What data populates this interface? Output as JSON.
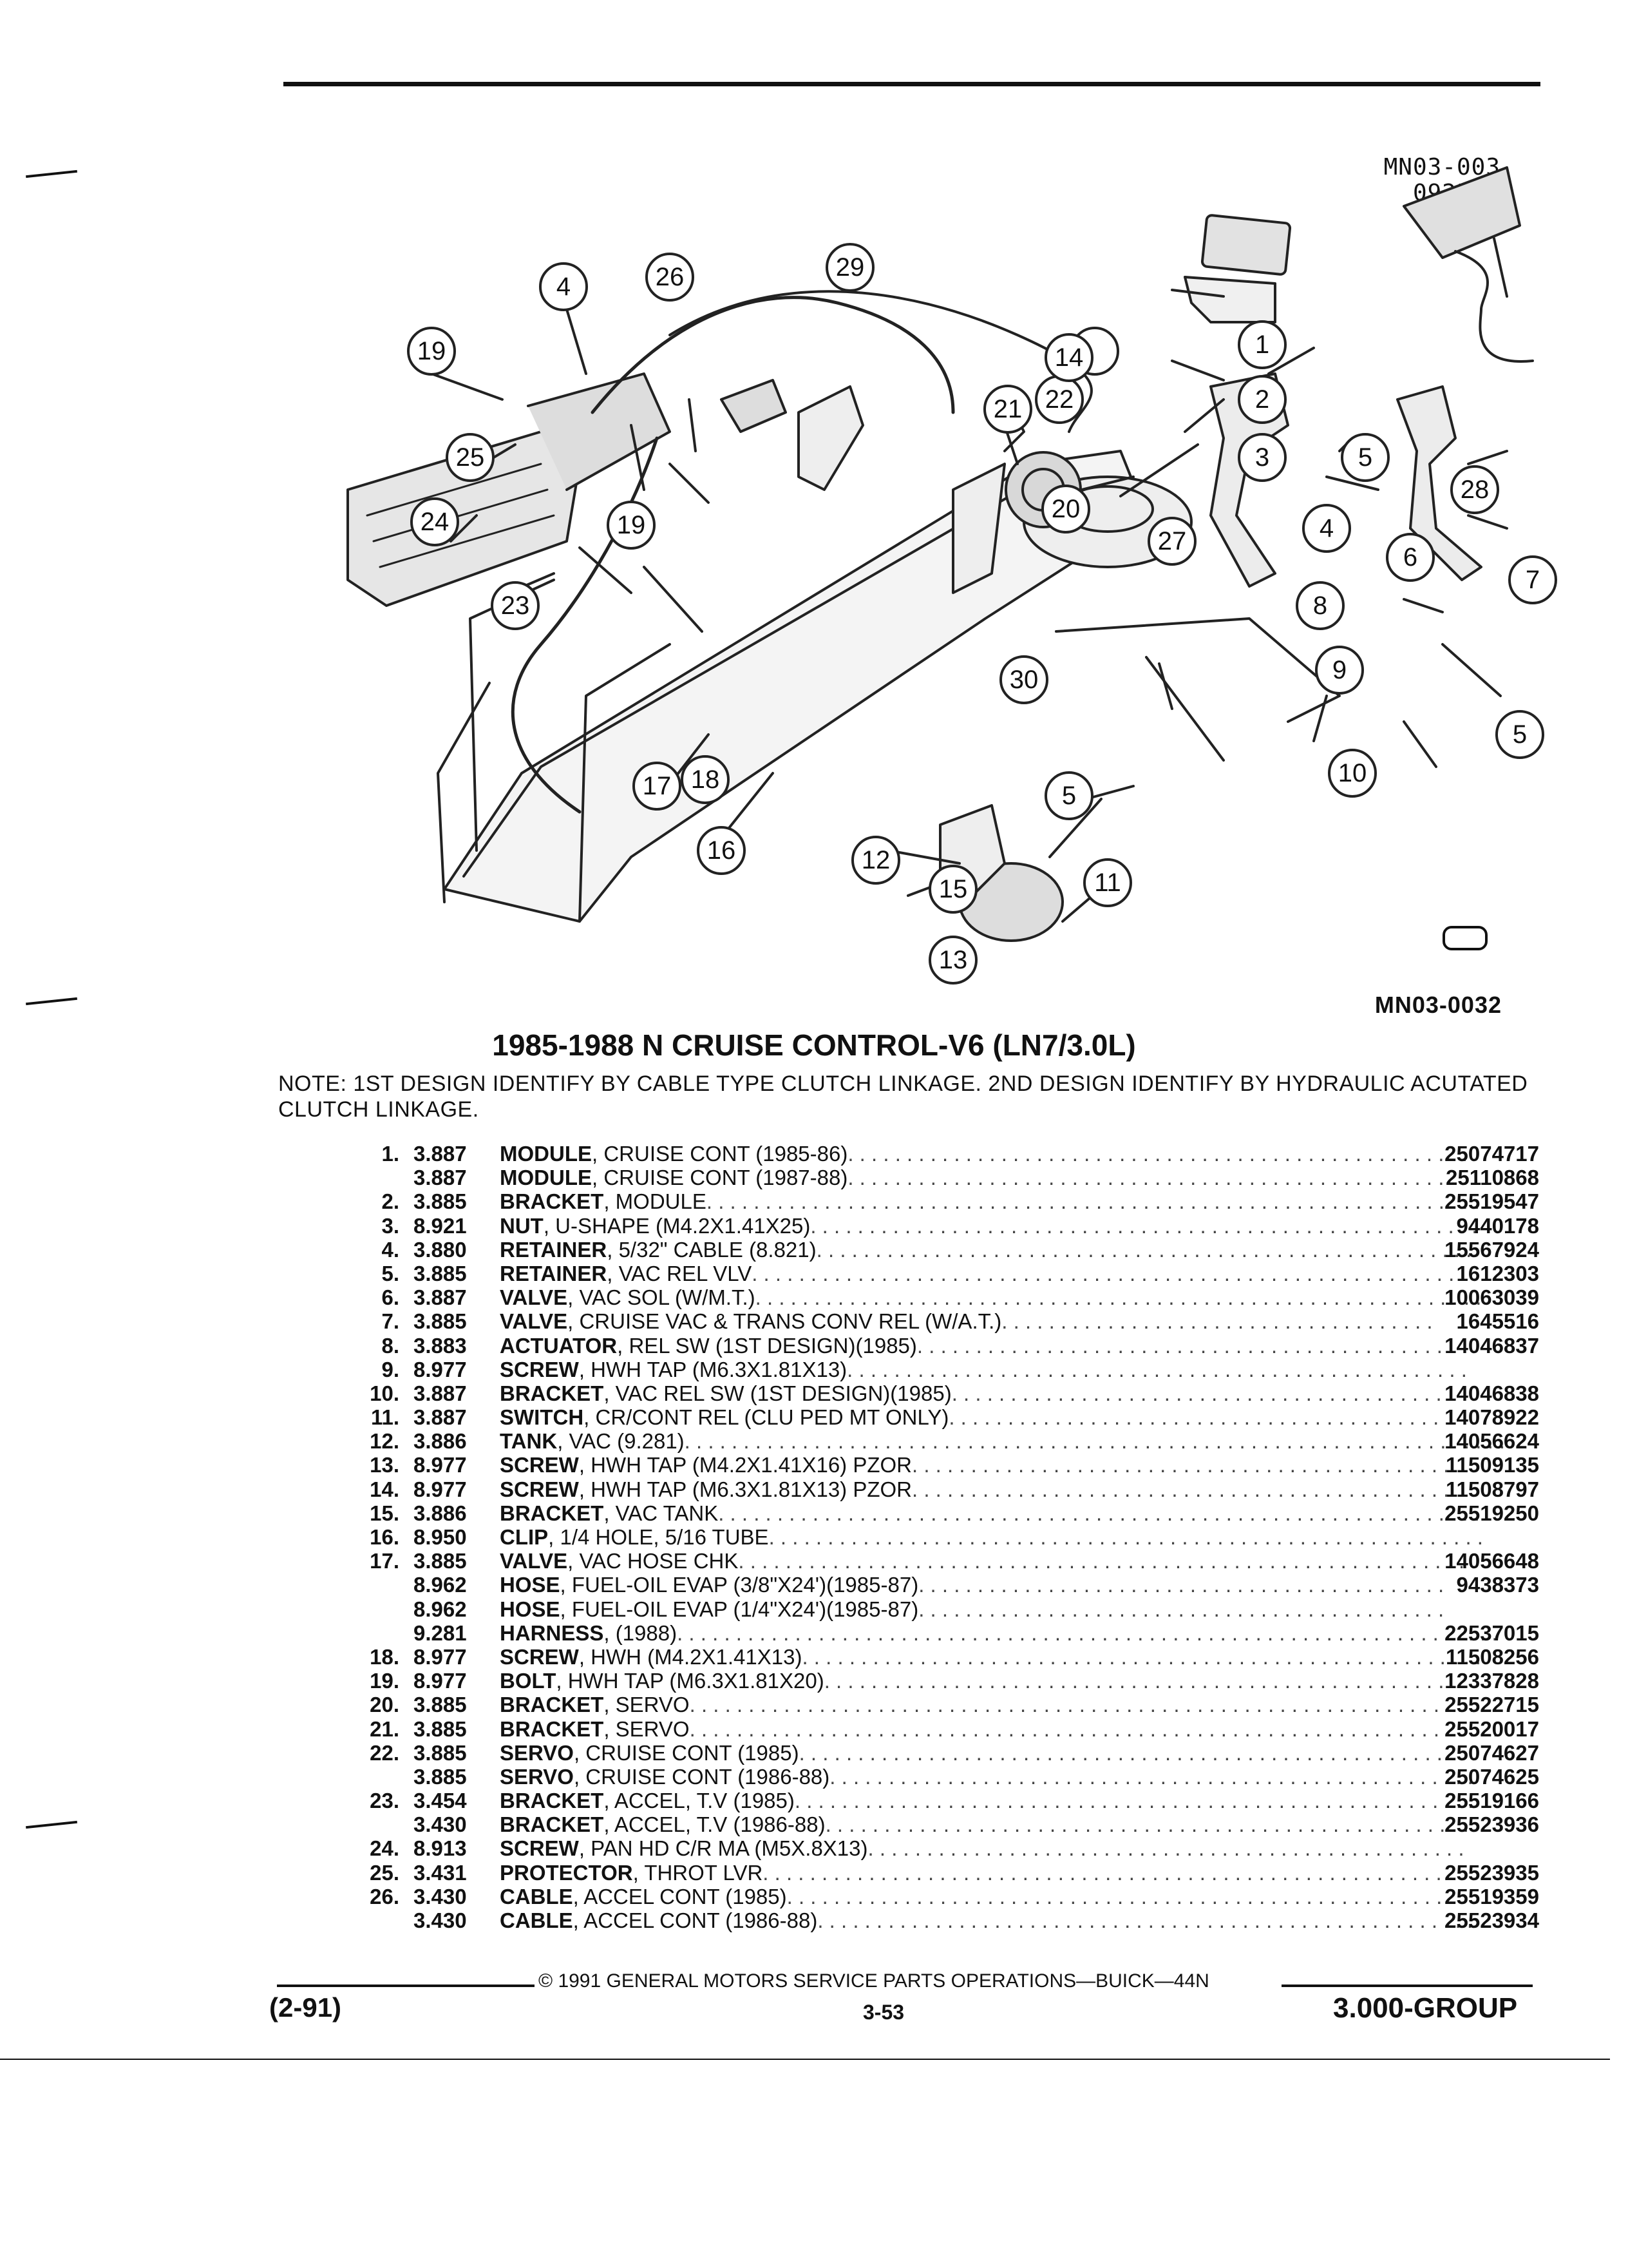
{
  "figure": {
    "code_top_line1": "MN03-003",
    "code_top_line2": "092586",
    "code_bottom": "MN03-0032",
    "callouts": [
      "1",
      "2",
      "3",
      "4",
      "4",
      "5",
      "5",
      "5",
      "6",
      "7",
      "8",
      "9",
      "10",
      "11",
      "12",
      "13",
      "14",
      "15",
      "16",
      "17",
      "18",
      "19",
      "19",
      "20",
      "21",
      "22",
      "23",
      "24",
      "25",
      "26",
      "27",
      "28",
      "29",
      "30"
    ]
  },
  "title": "1985-1988 N CRUISE CONTROL-V6 (LN7/3.0L)",
  "note": "NOTE: 1ST DESIGN IDENTIFY BY CABLE TYPE CLUTCH LINKAGE. 2ND DESIGN IDENTIFY BY HYDRAULIC ACUTATED CLUTCH LINKAGE.",
  "parts": [
    {
      "no": "1.",
      "grp": "3.887",
      "name": "MODULE",
      "desc": ", CRUISE CONT (1985-86)",
      "pn": "25074717"
    },
    {
      "no": "",
      "grp": "3.887",
      "name": "MODULE",
      "desc": ", CRUISE CONT (1987-88)",
      "pn": "25110868"
    },
    {
      "no": "2.",
      "grp": "3.885",
      "name": "BRACKET",
      "desc": ", MODULE",
      "pn": "25519547"
    },
    {
      "no": "3.",
      "grp": "8.921",
      "name": "NUT",
      "desc": ", U-SHAPE (M4.2X1.41X25)",
      "pn": "9440178"
    },
    {
      "no": "4.",
      "grp": "3.880",
      "name": "RETAINER",
      "desc": ", 5/32\" CABLE (8.821)",
      "pn": "15567924"
    },
    {
      "no": "5.",
      "grp": "3.885",
      "name": "RETAINER",
      "desc": ", VAC REL VLV",
      "pn": "1612303"
    },
    {
      "no": "6.",
      "grp": "3.887",
      "name": "VALVE",
      "desc": ", VAC SOL (W/M.T.)",
      "pn": "10063039"
    },
    {
      "no": "7.",
      "grp": "3.885",
      "name": "VALVE",
      "desc": ", CRUISE VAC & TRANS CONV REL (W/A.T.)",
      "pn": "1645516"
    },
    {
      "no": "8.",
      "grp": "3.883",
      "name": "ACTUATOR",
      "desc": ", REL SW (1ST DESIGN)(1985)",
      "pn": "14046837"
    },
    {
      "no": "9.",
      "grp": "8.977",
      "name": "SCREW",
      "desc": ", HWH TAP (M6.3X1.81X13)",
      "pn": ""
    },
    {
      "no": "10.",
      "grp": "3.887",
      "name": "BRACKET",
      "desc": ", VAC REL SW (1ST DESIGN)(1985)",
      "pn": "14046838"
    },
    {
      "no": "11.",
      "grp": "3.887",
      "name": "SWITCH",
      "desc": ", CR/CONT REL (CLU PED MT ONLY)",
      "pn": "14078922"
    },
    {
      "no": "12.",
      "grp": "3.886",
      "name": "TANK",
      "desc": ", VAC (9.281)",
      "pn": "14056624"
    },
    {
      "no": "13.",
      "grp": "8.977",
      "name": "SCREW",
      "desc": ", HWH TAP (M4.2X1.41X16) PZOR",
      "pn": "11509135"
    },
    {
      "no": "14.",
      "grp": "8.977",
      "name": "SCREW",
      "desc": ", HWH TAP (M6.3X1.81X13) PZOR",
      "pn": "11508797"
    },
    {
      "no": "15.",
      "grp": "3.886",
      "name": "BRACKET",
      "desc": ", VAC TANK",
      "pn": "25519250"
    },
    {
      "no": "16.",
      "grp": "8.950",
      "name": "CLIP",
      "desc": ", 1/4 HOLE, 5/16 TUBE",
      "pn": ""
    },
    {
      "no": "17.",
      "grp": "3.885",
      "name": "VALVE",
      "desc": ", VAC HOSE CHK",
      "pn": "14056648"
    },
    {
      "no": "",
      "grp": "8.962",
      "name": "HOSE",
      "desc": ", FUEL-OIL EVAP (3/8\"X24')(1985-87)",
      "pn": "9438373"
    },
    {
      "no": "",
      "grp": "8.962",
      "name": "HOSE",
      "desc": ", FUEL-OIL EVAP (1/4\"X24')(1985-87)",
      "pn": ""
    },
    {
      "no": "",
      "grp": "9.281",
      "name": "HARNESS",
      "desc": ", (1988)",
      "pn": "22537015"
    },
    {
      "no": "18.",
      "grp": "8.977",
      "name": "SCREW",
      "desc": ", HWH (M4.2X1.41X13)",
      "pn": "11508256"
    },
    {
      "no": "19.",
      "grp": "8.977",
      "name": "BOLT",
      "desc": ", HWH TAP (M6.3X1.81X20)",
      "pn": "12337828"
    },
    {
      "no": "20.",
      "grp": "3.885",
      "name": "BRACKET",
      "desc": ", SERVO",
      "pn": "25522715"
    },
    {
      "no": "21.",
      "grp": "3.885",
      "name": "BRACKET",
      "desc": ", SERVO",
      "pn": "25520017"
    },
    {
      "no": "22.",
      "grp": "3.885",
      "name": "SERVO",
      "desc": ", CRUISE CONT (1985)",
      "pn": "25074627"
    },
    {
      "no": "",
      "grp": "3.885",
      "name": "SERVO",
      "desc": ", CRUISE CONT (1986-88)",
      "pn": "25074625"
    },
    {
      "no": "23.",
      "grp": "3.454",
      "name": "BRACKET",
      "desc": ", ACCEL, T.V (1985)",
      "pn": "25519166"
    },
    {
      "no": "",
      "grp": "3.430",
      "name": "BRACKET",
      "desc": ", ACCEL, T.V (1986-88)",
      "pn": "25523936"
    },
    {
      "no": "24.",
      "grp": "8.913",
      "name": "SCREW",
      "desc": ", PAN HD C/R MA (M5X.8X13)",
      "pn": ""
    },
    {
      "no": "25.",
      "grp": "3.431",
      "name": "PROTECTOR",
      "desc": ", THROT LVR",
      "pn": "25523935"
    },
    {
      "no": "26.",
      "grp": "3.430",
      "name": "CABLE",
      "desc": ", ACCEL CONT (1985)",
      "pn": "25519359"
    },
    {
      "no": "",
      "grp": "3.430",
      "name": "CABLE",
      "desc": ", ACCEL CONT (1986-88)",
      "pn": "25523934"
    }
  ],
  "footer": {
    "copyright": "© 1991 GENERAL MOTORS SERVICE PARTS OPERATIONS—BUICK—44N",
    "page": "3-53",
    "date": "(2-91)",
    "group": "3.000-GROUP"
  }
}
